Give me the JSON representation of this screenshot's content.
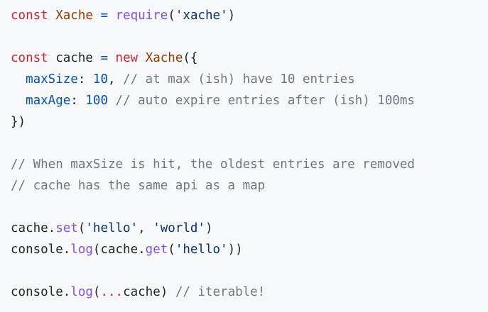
{
  "code": {
    "lines": [
      [
        {
          "t": "const",
          "c": "kw"
        },
        {
          "t": " ",
          "c": "plain"
        },
        {
          "t": "Xache",
          "c": "ent"
        },
        {
          "t": " ",
          "c": "plain"
        },
        {
          "t": "=",
          "c": "op"
        },
        {
          "t": " ",
          "c": "plain"
        },
        {
          "t": "require",
          "c": "fn"
        },
        {
          "t": "(",
          "c": "plain"
        },
        {
          "t": "'xache'",
          "c": "str"
        },
        {
          "t": ")",
          "c": "plain"
        }
      ],
      [],
      [
        {
          "t": "const",
          "c": "kw"
        },
        {
          "t": " cache ",
          "c": "plain"
        },
        {
          "t": "=",
          "c": "op"
        },
        {
          "t": " ",
          "c": "plain"
        },
        {
          "t": "new",
          "c": "kw"
        },
        {
          "t": " ",
          "c": "plain"
        },
        {
          "t": "Xache",
          "c": "ent"
        },
        {
          "t": "({",
          "c": "plain"
        }
      ],
      [
        {
          "t": "  ",
          "c": "plain"
        },
        {
          "t": "maxSize",
          "c": "prop"
        },
        {
          "t": ": ",
          "c": "plain"
        },
        {
          "t": "10",
          "c": "num"
        },
        {
          "t": ", ",
          "c": "plain"
        },
        {
          "t": "// at max (ish) have 10 entries",
          "c": "cm"
        }
      ],
      [
        {
          "t": "  ",
          "c": "plain"
        },
        {
          "t": "maxAge",
          "c": "prop"
        },
        {
          "t": ": ",
          "c": "plain"
        },
        {
          "t": "100",
          "c": "num"
        },
        {
          "t": " ",
          "c": "plain"
        },
        {
          "t": "// auto expire entries after (ish) 100ms",
          "c": "cm"
        }
      ],
      [
        {
          "t": "})",
          "c": "plain"
        }
      ],
      [],
      [
        {
          "t": "// When maxSize is hit, the oldest entries are removed",
          "c": "cm"
        }
      ],
      [
        {
          "t": "// cache has the same api as a map",
          "c": "cm"
        }
      ],
      [],
      [
        {
          "t": "cache.",
          "c": "plain"
        },
        {
          "t": "set",
          "c": "fn"
        },
        {
          "t": "(",
          "c": "plain"
        },
        {
          "t": "'hello'",
          "c": "str"
        },
        {
          "t": ", ",
          "c": "plain"
        },
        {
          "t": "'world'",
          "c": "str"
        },
        {
          "t": ")",
          "c": "plain"
        }
      ],
      [
        {
          "t": "console.",
          "c": "plain"
        },
        {
          "t": "log",
          "c": "fn"
        },
        {
          "t": "(cache.",
          "c": "plain"
        },
        {
          "t": "get",
          "c": "fn"
        },
        {
          "t": "(",
          "c": "plain"
        },
        {
          "t": "'hello'",
          "c": "str"
        },
        {
          "t": "))",
          "c": "plain"
        }
      ],
      [],
      [
        {
          "t": "console.",
          "c": "plain"
        },
        {
          "t": "log",
          "c": "fn"
        },
        {
          "t": "(",
          "c": "plain"
        },
        {
          "t": "...",
          "c": "kw"
        },
        {
          "t": "cache) ",
          "c": "plain"
        },
        {
          "t": "// iterable!",
          "c": "cm"
        }
      ]
    ]
  },
  "colors": {
    "background": "#f6f8fa",
    "keyword": "#cf222e",
    "entity": "#953800",
    "function": "#8250df",
    "string": "#0a3069",
    "constant": "#0550ae",
    "comment": "#6e7781",
    "text": "#1f2328"
  }
}
